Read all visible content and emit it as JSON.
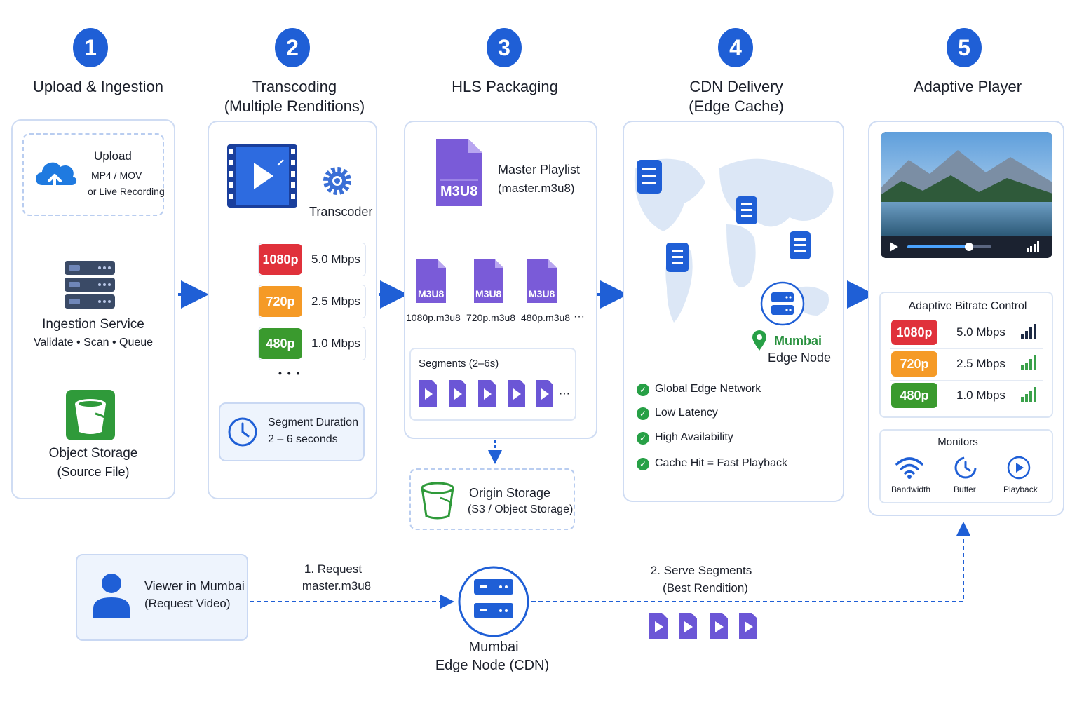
{
  "steps": [
    {
      "num": "1",
      "title": "Upload & Ingestion",
      "title2": ""
    },
    {
      "num": "2",
      "title": "Transcoding",
      "title2": "(Multiple Renditions)"
    },
    {
      "num": "3",
      "title": "HLS Packaging",
      "title2": ""
    },
    {
      "num": "4",
      "title": "CDN Delivery",
      "title2": "(Edge Cache)"
    },
    {
      "num": "5",
      "title": "Adaptive Player",
      "title2": ""
    }
  ],
  "upload": {
    "title": "Upload",
    "line1": "MP4 / MOV",
    "line2": "or Live Recording",
    "ingestion_title": "Ingestion Service",
    "ingestion_sub": "Validate • Scan • Queue",
    "storage_title": "Object Storage",
    "storage_sub": "(Source File)"
  },
  "transcoding": {
    "transcoder_label": "Transcoder",
    "renditions": [
      {
        "label": "1080p",
        "rate": "5.0 Mbps",
        "color": "#e0313b"
      },
      {
        "label": "720p",
        "rate": "2.5 Mbps",
        "color": "#f59a26"
      },
      {
        "label": "480p",
        "rate": "1.0 Mbps",
        "color": "#3a9a2e"
      }
    ],
    "more": "• • •",
    "segment_title": "Segment Duration",
    "segment_value": "2 – 6 seconds"
  },
  "packaging": {
    "master_icon": "M3U8",
    "master_title": "Master Playlist",
    "master_file": "(master.m3u8)",
    "variants": [
      {
        "icon": "M3U8",
        "file": "1080p.m3u8"
      },
      {
        "icon": "M3U8",
        "file": "720p.m3u8"
      },
      {
        "icon": "M3U8",
        "file": "480p.m3u8"
      }
    ],
    "more": "···",
    "segments_title": "Segments (2–6s)",
    "segments_more": "···",
    "origin_title": "Origin Storage",
    "origin_sub": "(S3 / Object Storage)"
  },
  "cdn": {
    "node_city": "Mumbai",
    "node_label": "Edge Node",
    "features": [
      "Global Edge Network",
      "Low Latency",
      "High Availability",
      "Cache Hit = Fast Playback"
    ]
  },
  "player": {
    "progress": 0.73,
    "abr_title": "Adaptive Bitrate Control",
    "renditions": [
      {
        "label": "1080p",
        "rate": "5.0 Mbps",
        "color": "#e0313b"
      },
      {
        "label": "720p",
        "rate": "2.5 Mbps",
        "color": "#f59a26"
      },
      {
        "label": "480p",
        "rate": "1.0 Mbps",
        "color": "#3a9a2e"
      }
    ],
    "monitors_title": "Monitors",
    "monitors": [
      "Bandwidth",
      "Buffer",
      "Playback"
    ]
  },
  "flow": {
    "viewer_title": "Viewer in Mumbai",
    "viewer_sub": "(Request Video)",
    "request_label": "1. Request",
    "request_file": "master.m3u8",
    "edge_title": "Mumbai",
    "edge_sub": "Edge Node (CDN)",
    "serve_label": "2. Serve Segments",
    "serve_sub": "(Best Rendition)"
  },
  "colors": {
    "primary": "#1f5fd6",
    "purple": "#7a5bd8",
    "green": "#27a046",
    "panel_border": "#cfdcf3"
  }
}
